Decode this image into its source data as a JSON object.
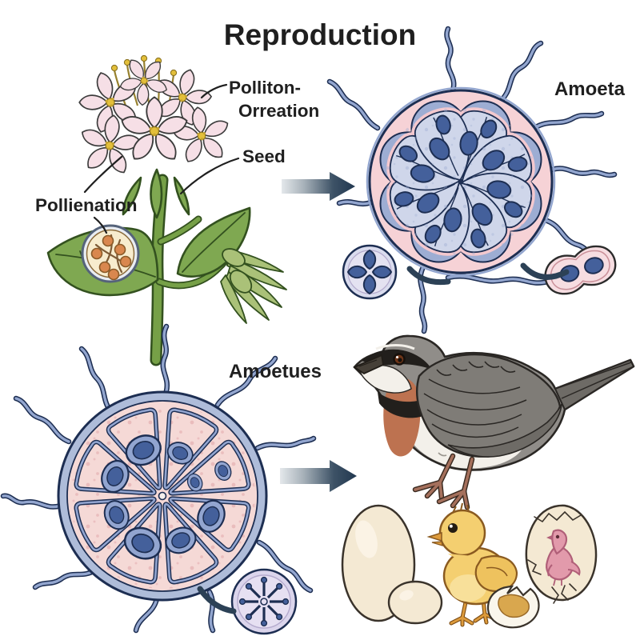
{
  "title": "Reproduction",
  "labels": {
    "flower_line1": "Polliton-",
    "flower_line2": "Orreation",
    "seed": "Seed",
    "pollination": "Pollienation",
    "cell_top": "Amoeta",
    "cell_bottom": "Amoetues"
  },
  "colors": {
    "ink": "#1f1f1f",
    "arrowLight": "#e4e8eb",
    "arrowDark": "#223850",
    "flowerPink": "#f6dfe6",
    "flowerPinkDeep": "#eec2cf",
    "stamenYellow": "#e3bf3a",
    "leafGreen": "#7fa851",
    "leafGreenDark": "#33511f",
    "stemGreen": "#76a047",
    "budGreen": "#aac178",
    "ovaryCream": "#f7ecce",
    "seedOrange": "#d9874e",
    "cellLavender": "#cfd6ea",
    "cellLavenderDark": "#9dadd3",
    "membranePink": "#f3c8ce",
    "rimPink": "#f6d2d6",
    "nucleusBlue": "#44609b",
    "nucleusBlueDark": "#1d2e52",
    "nucleusRing": "#92a5d0",
    "flagellaBlue": "#93a6cf",
    "cellPink": "#f5d9d6",
    "cellPinkDot": "#dfa3a6",
    "starLavender": "#dbd5ec",
    "arcDark": "#2c4156",
    "birdGray": "#908d89",
    "birdWing": "#7f7c77",
    "birdGrayDark": "#6e6b66",
    "birdBlack": "#221f1c",
    "birdWhite": "#f3f0ea",
    "birdRust": "#bd7250",
    "birdLeg": "#a5705c",
    "eggCream": "#f4e9d3",
    "chickYellow": "#f4cf70",
    "chickOrange": "#dd9b3c",
    "embryoPink": "#e29aab",
    "embryoPinkDark": "#b05f78"
  }
}
